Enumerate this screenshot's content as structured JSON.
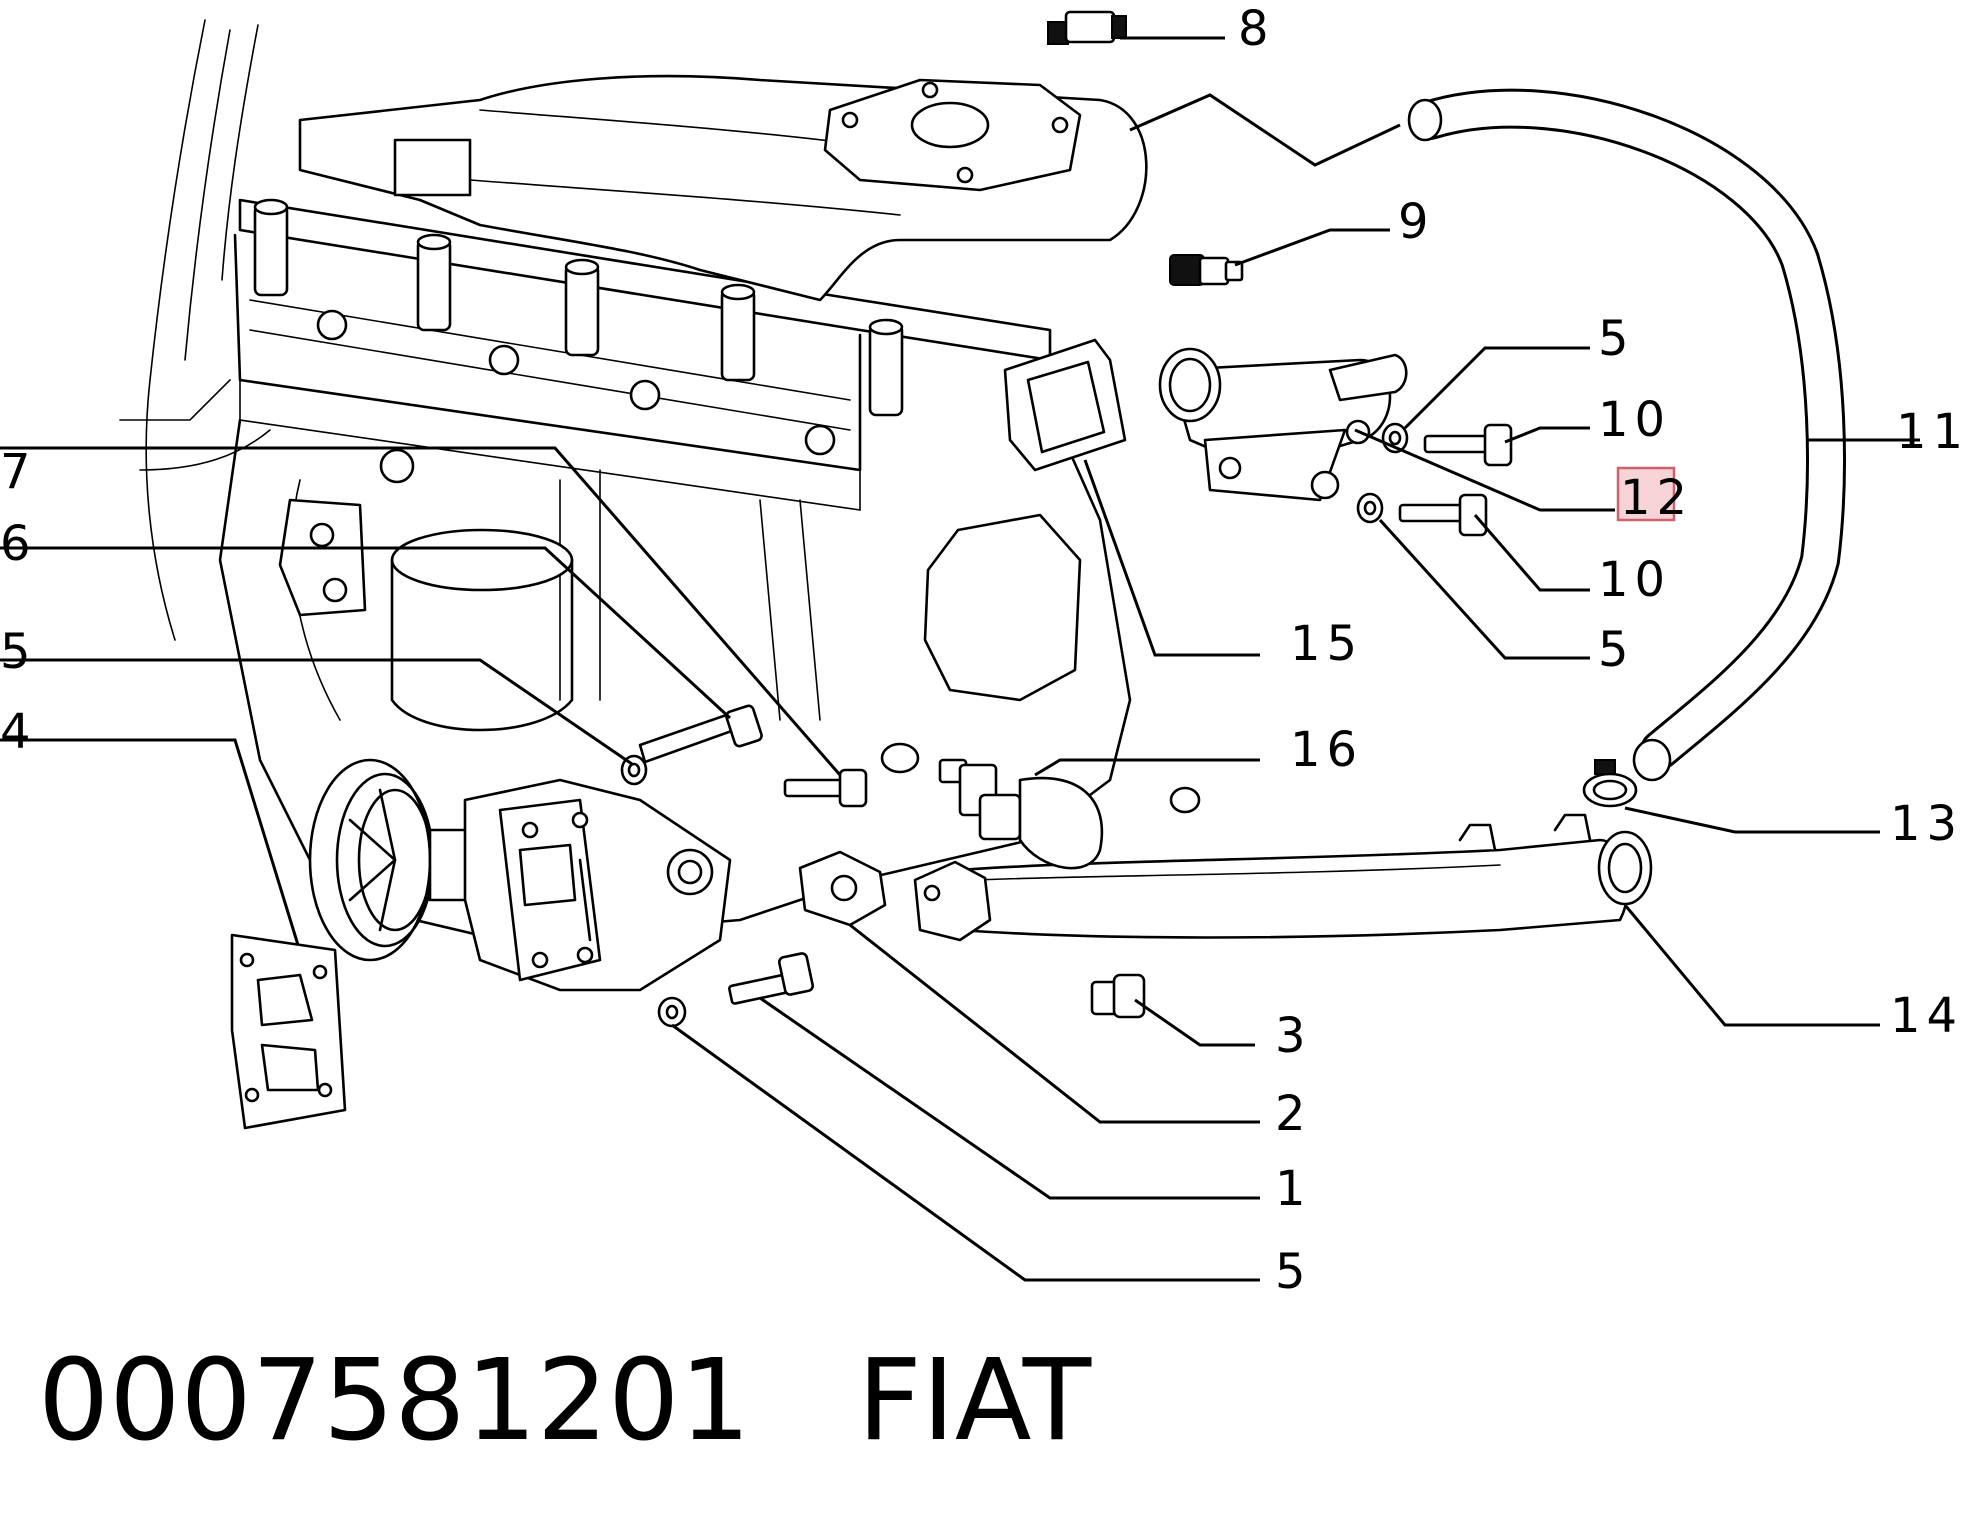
{
  "callouts": [
    {
      "id": "c8",
      "label": "8"
    },
    {
      "id": "c9",
      "label": "9"
    },
    {
      "id": "c5a",
      "label": "5"
    },
    {
      "id": "c10a",
      "label": "10"
    },
    {
      "id": "c11",
      "label": "11"
    },
    {
      "id": "c12",
      "label": "12",
      "highlighted": true
    },
    {
      "id": "c10b",
      "label": "10"
    },
    {
      "id": "c5b",
      "label": "5"
    },
    {
      "id": "c15",
      "label": "15"
    },
    {
      "id": "c7",
      "label": "7"
    },
    {
      "id": "c6",
      "label": "6"
    },
    {
      "id": "c5c",
      "label": "5"
    },
    {
      "id": "c4",
      "label": "4"
    },
    {
      "id": "c16",
      "label": "16"
    },
    {
      "id": "c13",
      "label": "13"
    },
    {
      "id": "c14",
      "label": "14"
    },
    {
      "id": "c3",
      "label": "3"
    },
    {
      "id": "c2",
      "label": "2"
    },
    {
      "id": "c1",
      "label": "1"
    },
    {
      "id": "c5d",
      "label": "5"
    }
  ],
  "footer": {
    "part_number": "0007581201",
    "brand": "FIAT"
  },
  "colors": {
    "ink": "#000000",
    "highlight_fill": "#f6d3d6",
    "highlight_stroke": "#d0606c"
  }
}
